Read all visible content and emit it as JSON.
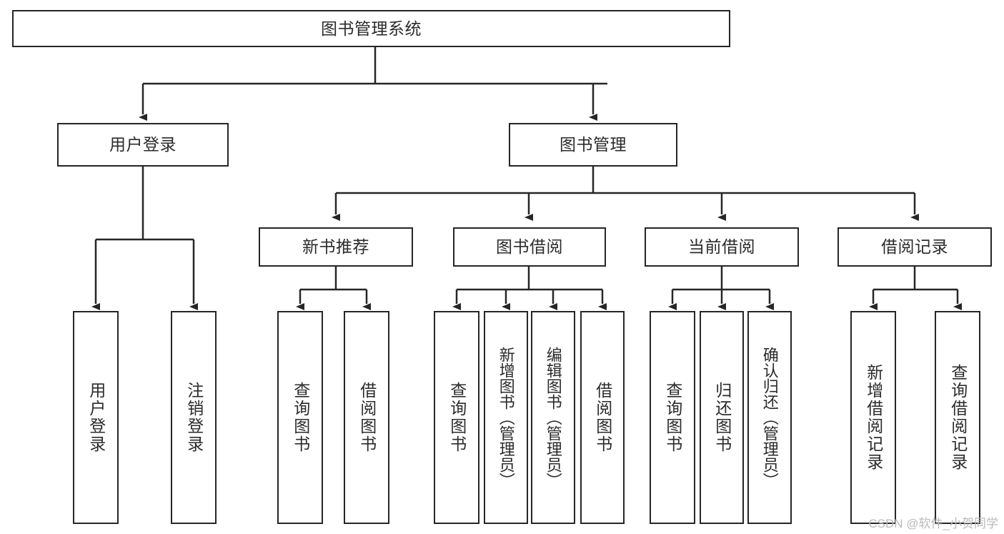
{
  "diagram": {
    "title": "图书管理系统",
    "watermark": "CSDN @软件_小贺同学",
    "colors": {
      "stroke": "#262626",
      "fill": "#ffffff",
      "text": "#2b2b2b",
      "watermark": "#b9b9b9"
    },
    "root": {
      "label": "图书管理系统"
    },
    "level2": [
      {
        "label": "用户登录"
      },
      {
        "label": "图书管理"
      }
    ],
    "level3": [
      {
        "label": "新书推荐"
      },
      {
        "label": "图书借阅"
      },
      {
        "label": "当前借阅"
      },
      {
        "label": "借阅记录"
      }
    ],
    "leaves": {
      "user_login": [
        {
          "label": "用户登录"
        },
        {
          "label": "注销登录"
        }
      ],
      "new_book_recommend": [
        {
          "label": "查询图书"
        },
        {
          "label": "借阅图书"
        }
      ],
      "book_borrow": [
        {
          "label": "查询图书"
        },
        {
          "label": "新增图书（管理员）"
        },
        {
          "label": "编辑图书（管理员）"
        },
        {
          "label": "借阅图书"
        }
      ],
      "current_borrow": [
        {
          "label": "查询图书"
        },
        {
          "label": "归还图书"
        },
        {
          "label": "确认归还（管理员）"
        }
      ],
      "borrow_record": [
        {
          "label": "新增借阅记录"
        },
        {
          "label": "查询借阅记录"
        }
      ]
    }
  }
}
